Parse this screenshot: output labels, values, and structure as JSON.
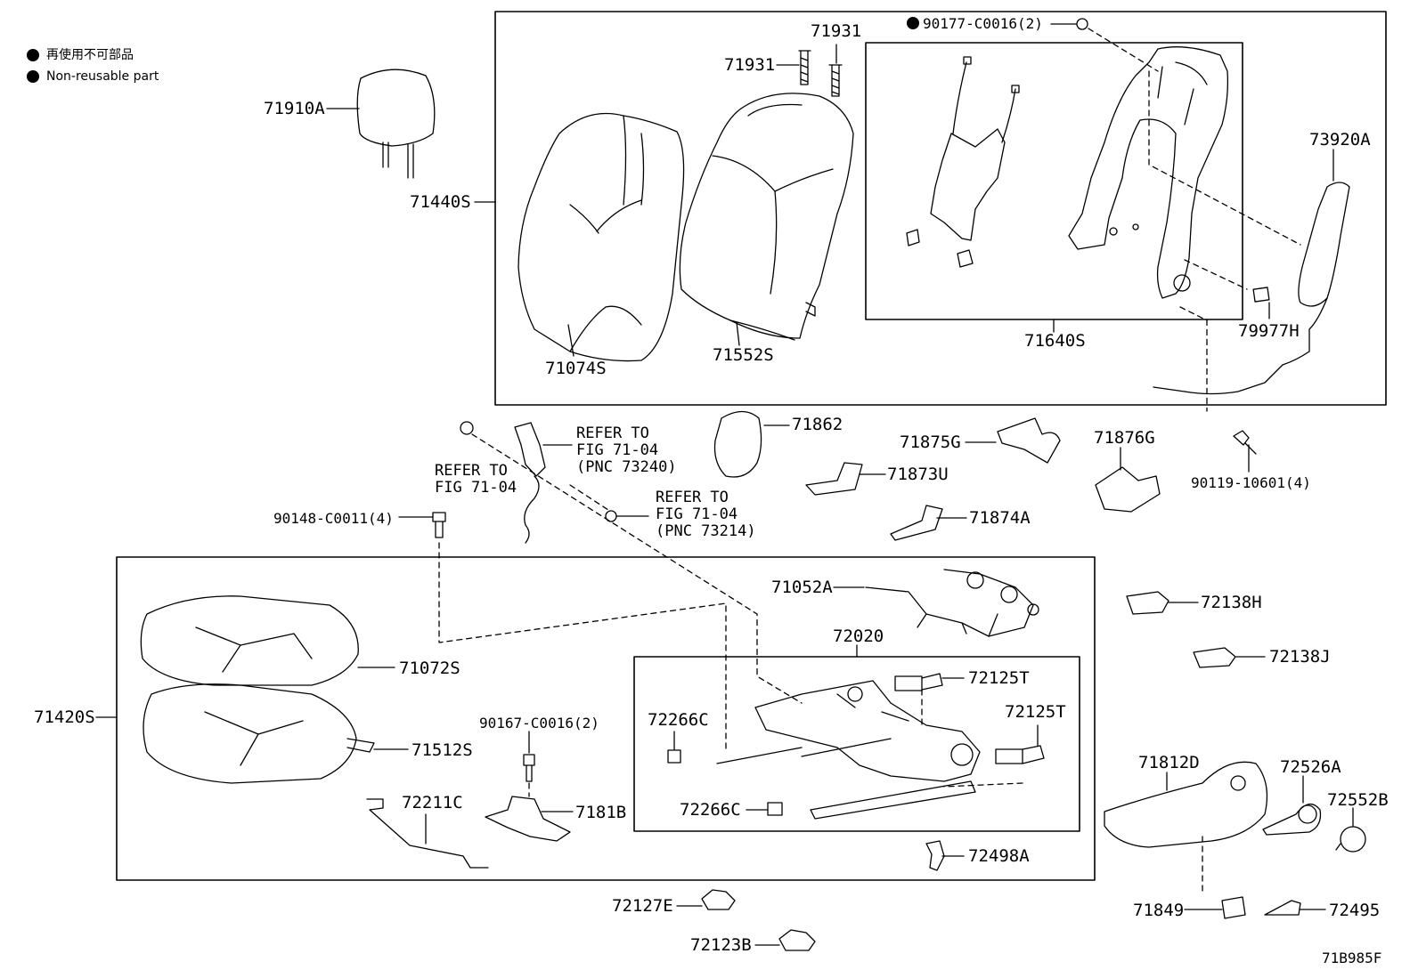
{
  "legend": {
    "items": [
      {
        "text_jp": "再使用不可部品"
      },
      {
        "text_en": "Non-reusable part"
      }
    ]
  },
  "diagram_code": "71B985F",
  "parts": {
    "p71910A": "71910A",
    "p71440S": "71440S",
    "p71931a": "71931",
    "p71931b": "71931",
    "p90177": "90177-C0016(2)",
    "p73920A": "73920A",
    "p71074S": "71074S",
    "p71552S": "71552S",
    "p71640S": "71640S",
    "p79977H": "79977H",
    "p71862": "71862",
    "p71875G": "71875G",
    "p71876G": "71876G",
    "p71873U": "71873U",
    "p71874A": "71874A",
    "p90119": "90119-10601(4)",
    "p90148": "90148-C0011(4)",
    "p71052A": "71052A",
    "p72138H": "72138H",
    "p72138J": "72138J",
    "p72020": "72020",
    "p72125T_a": "72125T",
    "p72125T_b": "72125T",
    "p72266C_a": "72266C",
    "p72266C_b": "72266C",
    "p71072S": "71072S",
    "p71420S": "71420S",
    "p71512S": "71512S",
    "p90167": "90167-C0016(2)",
    "p72211C": "72211C",
    "p7181B": "7181B",
    "p71812D": "71812D",
    "p72526A": "72526A",
    "p72552B": "72552B",
    "p72498A": "72498A",
    "p72127E": "72127E",
    "p72123B": "72123B",
    "p71849": "71849",
    "p72495": "72495"
  },
  "refs": {
    "r1": "REFER TO\nFIG 71-04\n(PNC 73240)",
    "r2": "REFER TO\nFIG 71-04",
    "r3": "REFER TO\nFIG 71-04\n(PNC 73214)"
  }
}
